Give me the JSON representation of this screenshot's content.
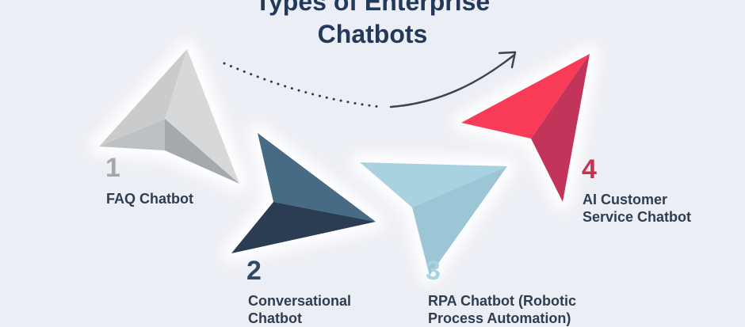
{
  "title": {
    "line1": "Types of Enterprise",
    "line2": "Chatbots"
  },
  "steps": [
    {
      "number": "1",
      "label_line1": "FAQ Chatbot",
      "label_line2": "",
      "color": "#a4a8ad"
    },
    {
      "number": "2",
      "label_line1": "Conversational",
      "label_line2": "Chatbot",
      "color": "#2f4a62"
    },
    {
      "number": "3",
      "label_line1": "RPA Chatbot (Robotic",
      "label_line2": "Process Automation)",
      "color": "#a8d3e0"
    },
    {
      "number": "4",
      "label_line1": "AI Customer",
      "label_line2": "Service Chatbot",
      "color": "#c93150"
    }
  ],
  "icons": {
    "arrowhead_1": "paper-plane-arrow-icon",
    "arrowhead_2": "paper-plane-arrow-icon",
    "arrowhead_3": "paper-plane-arrow-icon",
    "arrowhead_4": "paper-plane-arrow-icon",
    "flow": "dotted-curved-arrow-icon"
  }
}
